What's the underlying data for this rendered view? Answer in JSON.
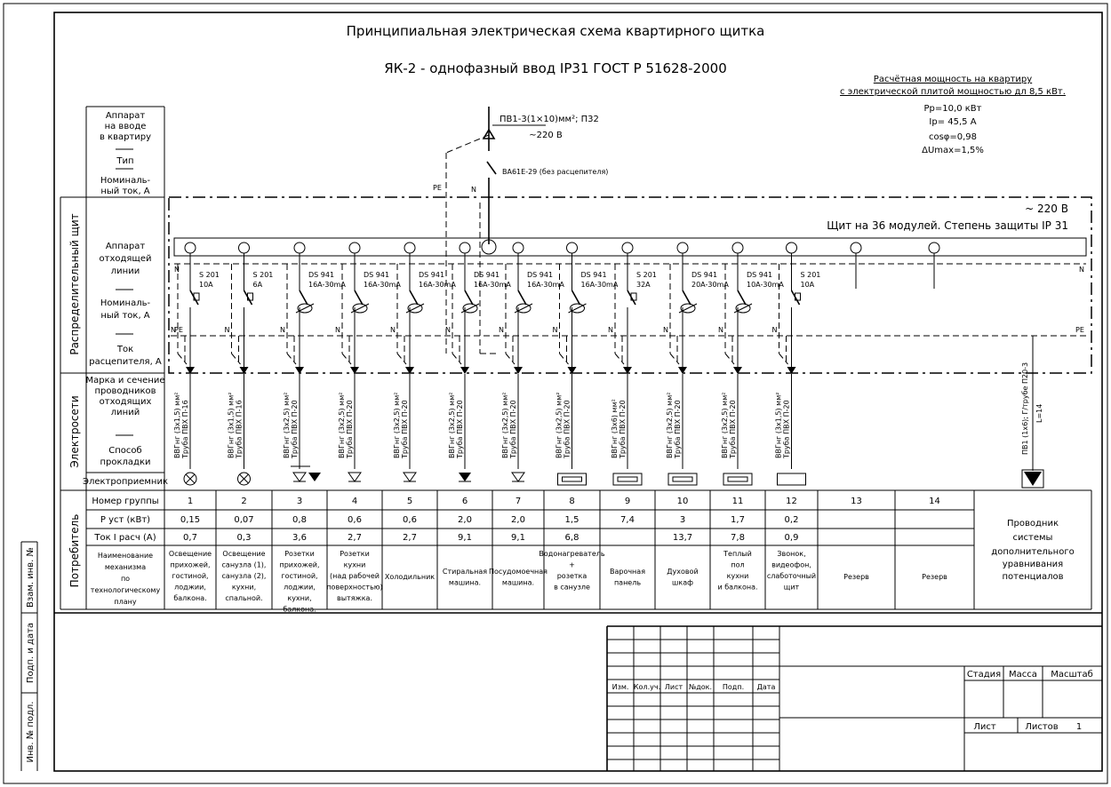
{
  "title": {
    "line1": "Принципиальная электрическая схема квартирного щитка",
    "line2": "ЯК-2 - однофазный ввод IP31 ГОСТ Р 51628-2000"
  },
  "calc": {
    "heading1": "Расчётная мощность на квартиру",
    "heading2": "с электрической плитой мощностью дл 8,5 кВт.",
    "pp": "Pp=10,0 кВт",
    "ip": "Ip= 45,5 А",
    "cos": "cosφ=0,98",
    "du": "ΔUmax=1,5%"
  },
  "input": {
    "cable": "ПВ1-3(1×10)мм²; П32",
    "voltage": "~220 В",
    "breaker": "ВА61Е-29 (без расцепителя)"
  },
  "panel": {
    "voltage": "~ 220 В",
    "label": "Щит на 36 модулей. Степень защиты IP 31",
    "pe": "PE",
    "n": "N"
  },
  "left_labels": {
    "input_apparatus": [
      "Аппарат",
      "на вводе",
      "в квартиру"
    ],
    "type": "Тип",
    "rated_current": [
      "Номиналь-",
      "ный ток, А"
    ],
    "outgoing_apparatus": [
      "Аппарат",
      "отходящей",
      "линии"
    ],
    "rated_current2": [
      "Номиналь-",
      "ный ток, А"
    ],
    "release_current": [
      "Ток",
      "расцепителя, А"
    ],
    "cable_mark": [
      "Марка и сечение",
      "проводников",
      "отходящих",
      "линий"
    ],
    "laying": [
      "Способ",
      "прокладки"
    ],
    "receiver": "Электроприемник",
    "group_no": "Номер группы",
    "p_inst": "P уст (кВт)",
    "i_calc": "Ток I расч (А)",
    "mechanism": [
      "Наименование",
      "механизма",
      "по",
      "технологическому",
      "плану"
    ]
  },
  "side_sections": {
    "distribution": "Распределительный щит",
    "networks": "Электросети",
    "consumer": "Потребитель"
  },
  "groups": [
    {
      "no": "1",
      "p": "0,15",
      "i": "0,7",
      "breaker": "S 201",
      "rating": "10A",
      "cable1": "ВВГнг (3х1,5) мм²",
      "cable2": "Труба ПВХ П-16",
      "name": [
        "Освещение",
        "прихожей,",
        "гостиной,",
        "лоджии,",
        "балкона."
      ]
    },
    {
      "no": "2",
      "p": "0,07",
      "i": "0,3",
      "breaker": "S 201",
      "rating": "6A",
      "cable1": "ВВГнг (3х1,5) мм²",
      "cable2": "Труба ПВХ П-16",
      "name": [
        "Освещение",
        "санузла (1),",
        "санузла (2),",
        "кухни,",
        "спальной."
      ]
    },
    {
      "no": "3",
      "p": "0,8",
      "i": "3,6",
      "breaker": "DS 941",
      "rating": "16A-30mA",
      "cable1": "ВВГнг (3х2,5) мм²",
      "cable2": "Труба ПВХ П-20",
      "name": [
        "Розетки",
        "прихожей,",
        "гостиной,",
        "лоджии,",
        "кухни,",
        "балкона."
      ]
    },
    {
      "no": "4",
      "p": "0,6",
      "i": "2,7",
      "breaker": "DS 941",
      "rating": "16A-30mA",
      "cable1": "ВВГнг (3х2,5) мм²",
      "cable2": "Труба ПВХ П-20",
      "name": [
        "Розетки",
        "кухни",
        "(над рабочей",
        "поверхностью)",
        "вытяжка."
      ]
    },
    {
      "no": "5",
      "p": "0,6",
      "i": "2,7",
      "breaker": "DS 941",
      "rating": "16A-30mA",
      "cable1": "ВВГнг (3х2,5) мм²",
      "cable2": "Труба ПВХ П-20",
      "name": [
        "Холодильник"
      ]
    },
    {
      "no": "6",
      "p": "2,0",
      "i": "9,1",
      "breaker": "DS 941",
      "rating": "16A-30mA",
      "cable1": "ВВГнг (3х2,5) мм²",
      "cable2": "Труба ПВХ П-20",
      "name": [
        "Стиральная",
        "машина."
      ]
    },
    {
      "no": "7",
      "p": "2,0",
      "i": "9,1",
      "breaker": "DS 941",
      "rating": "16A-30mA",
      "cable1": "ВВГнг (3х2,5) мм²",
      "cable2": "Труба ПВХ П-20",
      "name": [
        "Посудомоечная",
        "машина."
      ]
    },
    {
      "no": "8",
      "p": "1,5",
      "i": "6,8",
      "breaker": "DS 941",
      "rating": "16A-30mA",
      "cable1": "ВВГнг (3х2,5) мм²",
      "cable2": "Труба ПВХ П-20",
      "name": [
        "Водонагреватель",
        "+",
        "розетка",
        "в санузле"
      ]
    },
    {
      "no": "9",
      "p": "7,4",
      "i": "",
      "breaker": "S 201",
      "rating": "32A",
      "cable1": "ВВГнг (3х6) мм²",
      "cable2": "Труба ПВХ П-20",
      "name": [
        "Варочная",
        "панель"
      ]
    },
    {
      "no": "10",
      "p": "3",
      "i": "13,7",
      "breaker": "DS 941",
      "rating": "20A-30mA",
      "cable1": "ВВГнг (3х2,5) мм²",
      "cable2": "Труба ПВХ П-20",
      "name": [
        "Духовой",
        "шкаф"
      ]
    },
    {
      "no": "11",
      "p": "1,7",
      "i": "7,8",
      "breaker": "DS 941",
      "rating": "10A-30mA",
      "cable1": "ВВГнг (3х2,5) мм²",
      "cable2": "Труба ПВХ П-20",
      "name": [
        "Теплый",
        "пол",
        "кухни",
        "и балкона."
      ]
    },
    {
      "no": "12",
      "p": "0,2",
      "i": "0,9",
      "breaker": "S 201",
      "rating": "10A",
      "cable1": "ВВГнг (3х1,5) мм²",
      "cable2": "Труба ПВХ П-20",
      "name": [
        "Звонок,",
        "видеофон,",
        "слаботочный",
        "щит"
      ]
    },
    {
      "no": "13",
      "p": "",
      "i": "",
      "breaker": "",
      "rating": "",
      "cable1": "",
      "cable2": "",
      "name": [
        "Резерв"
      ]
    },
    {
      "no": "14",
      "p": "",
      "i": "",
      "breaker": "",
      "rating": "",
      "cable1": "",
      "cable2": "",
      "name": [
        "Резерв"
      ]
    }
  ],
  "potential": {
    "cable": "ПВ1 (1х6); Г/трубе П20-3",
    "length": "L=14",
    "name": [
      "Проводник",
      "системы",
      "дополнительного",
      "уравнивания",
      "потенциалов"
    ]
  },
  "margin_stamp": [
    "Взам. инв. №",
    "Подп. и дата",
    "Инв. № подл."
  ],
  "title_block": {
    "headers": [
      "Изм.",
      "Кол.уч.",
      "Лист",
      "№док.",
      "Подп.",
      "Дата"
    ],
    "stage": "Стадия",
    "mass": "Масса",
    "scale": "Масштаб",
    "sheet": "Лист",
    "sheets": "Листов",
    "sheets_value": "1"
  }
}
